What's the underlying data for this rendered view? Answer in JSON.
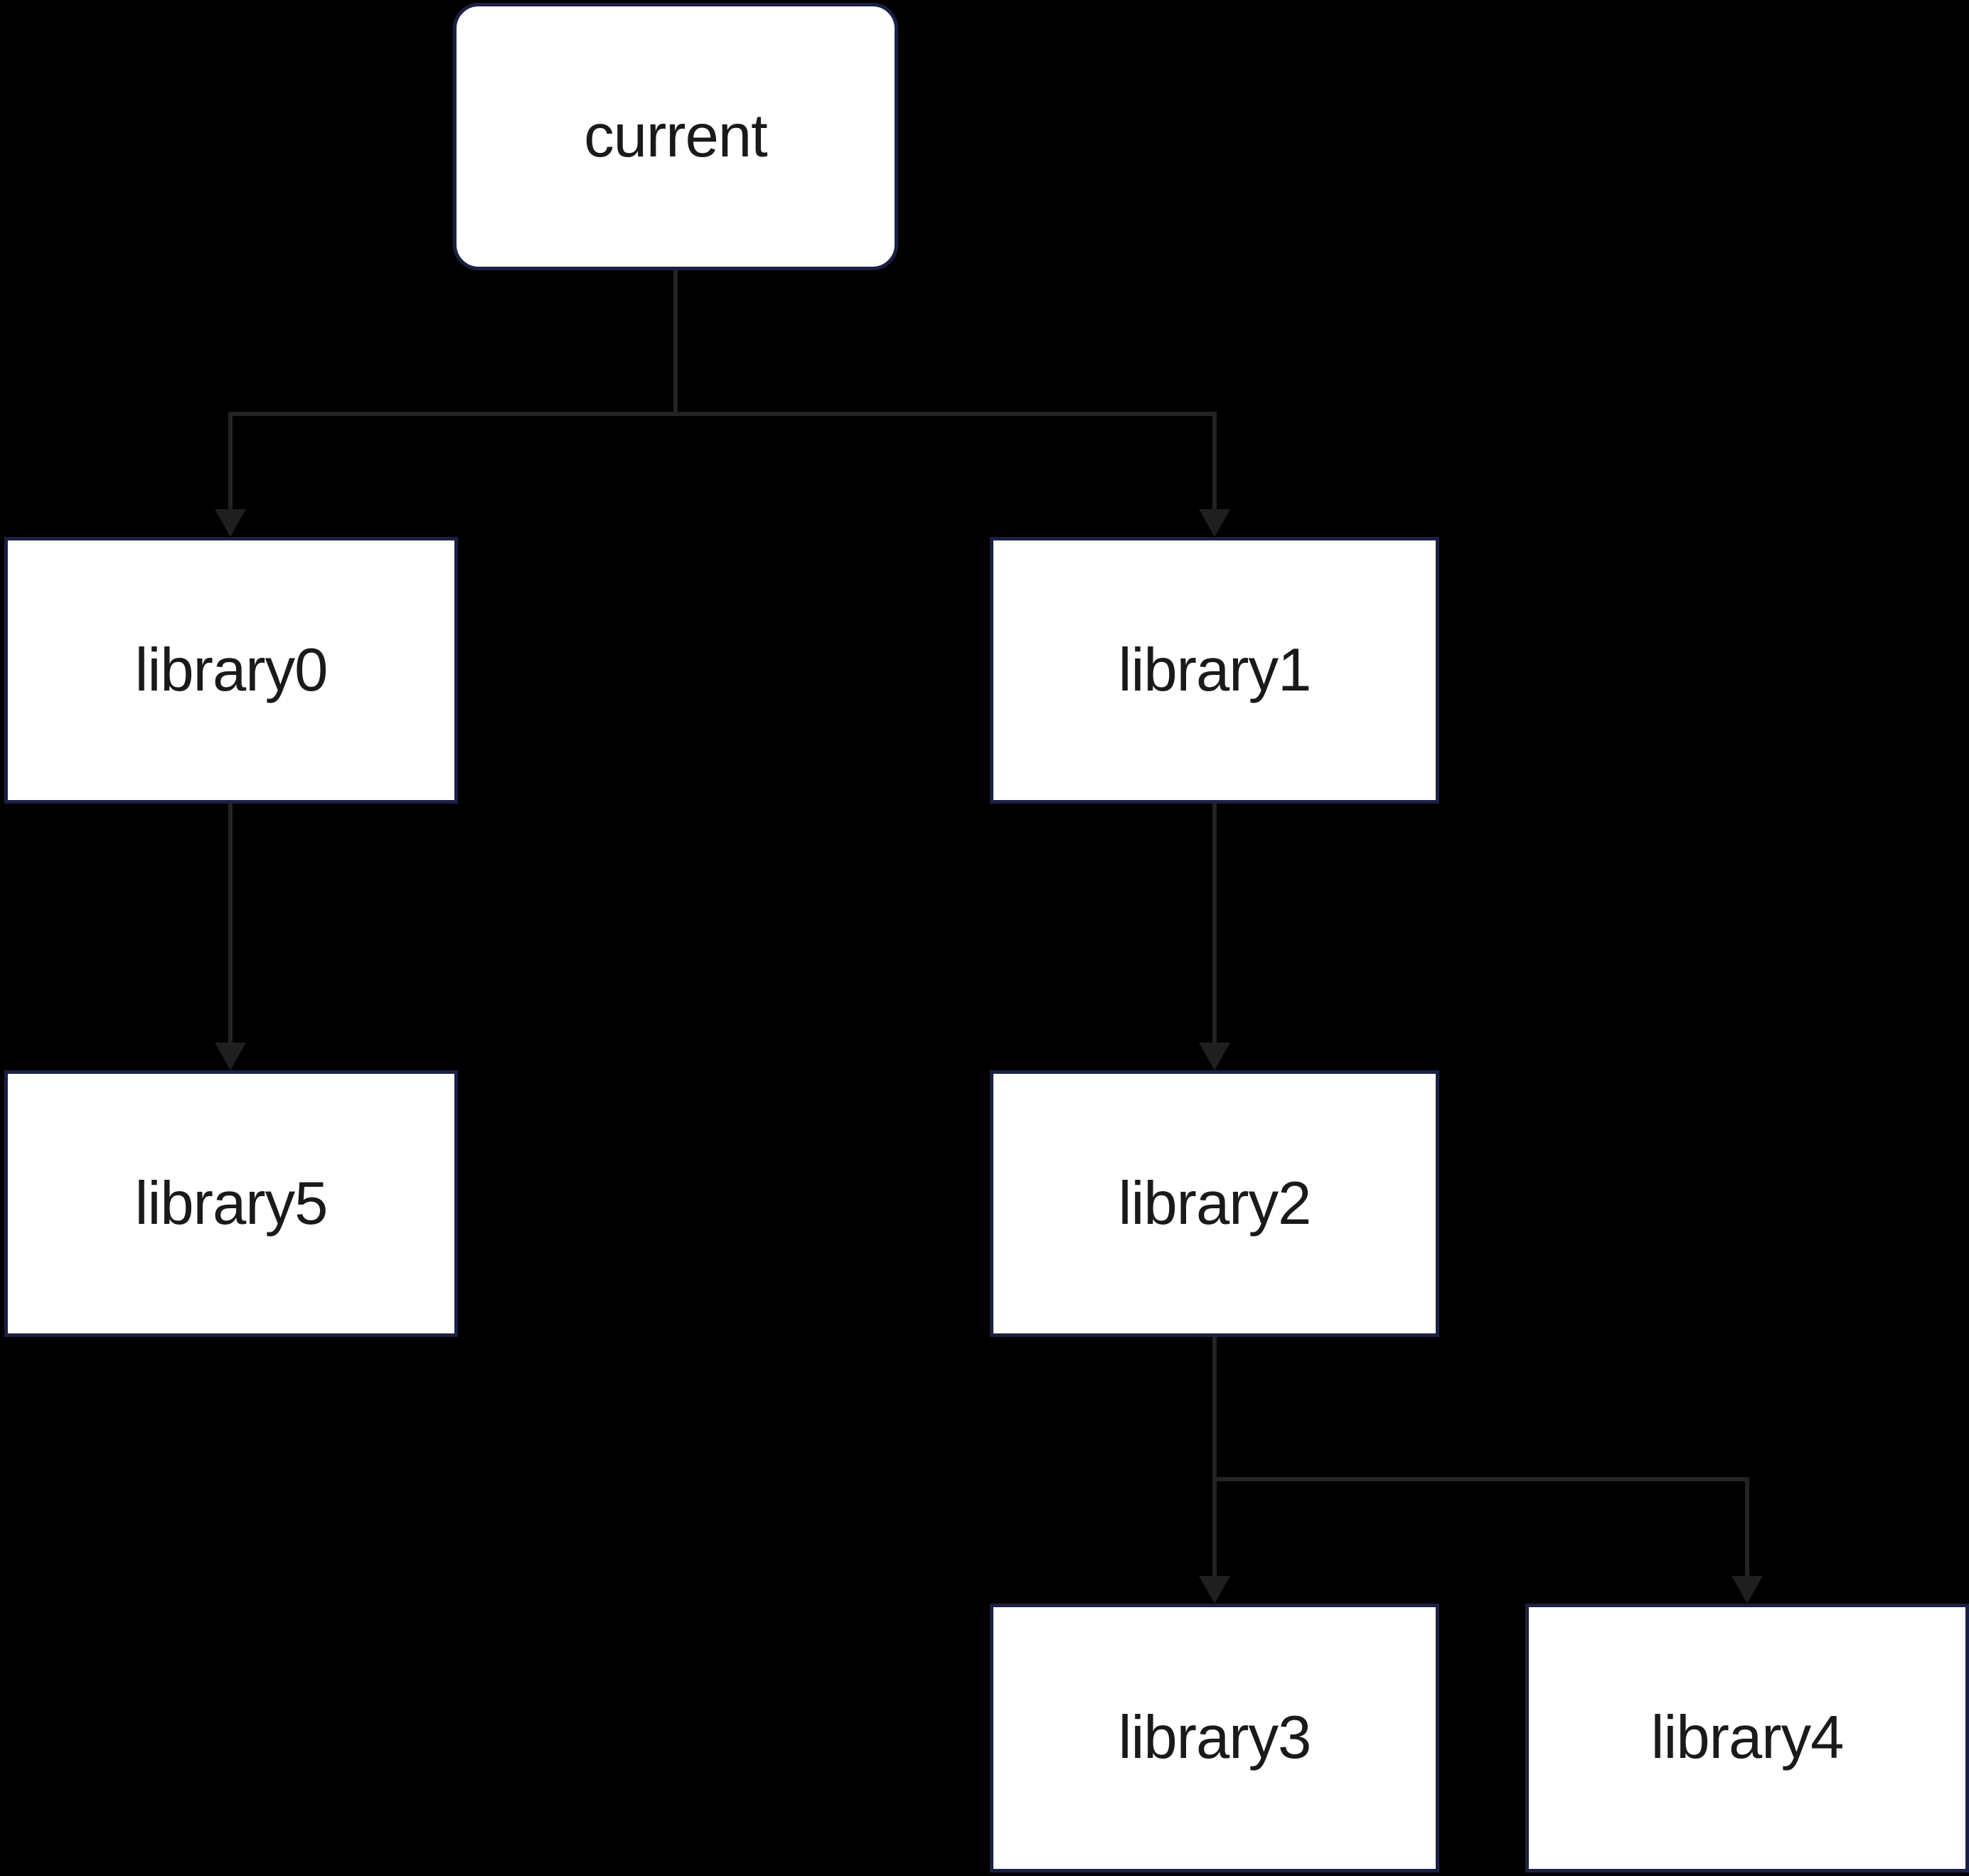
{
  "diagram": {
    "type": "flowchart-tree",
    "nodes": [
      {
        "id": "current",
        "label": "current",
        "shape": "rounded-rectangle"
      },
      {
        "id": "library0",
        "label": "library0",
        "shape": "rectangle"
      },
      {
        "id": "library1",
        "label": "library1",
        "shape": "rectangle"
      },
      {
        "id": "library5",
        "label": "library5",
        "shape": "rectangle"
      },
      {
        "id": "library2",
        "label": "library2",
        "shape": "rectangle"
      },
      {
        "id": "library3",
        "label": "library3",
        "shape": "rectangle"
      },
      {
        "id": "library4",
        "label": "library4",
        "shape": "rectangle"
      }
    ],
    "edges": [
      {
        "from": "current",
        "to": "library0",
        "arrow": "down"
      },
      {
        "from": "current",
        "to": "library1",
        "arrow": "down"
      },
      {
        "from": "library0",
        "to": "library5",
        "arrow": "down"
      },
      {
        "from": "library1",
        "to": "library2",
        "arrow": "down"
      },
      {
        "from": "library2",
        "to": "library3",
        "arrow": "down"
      },
      {
        "from": "library2",
        "to": "library4",
        "arrow": "down"
      }
    ]
  },
  "colors": {
    "background": "#000000",
    "node_fill": "#ffffff",
    "node_border": "#1b2145",
    "connector": "#232323",
    "arrowhead": "#1f1f1f",
    "text": "#1a1a1a"
  }
}
